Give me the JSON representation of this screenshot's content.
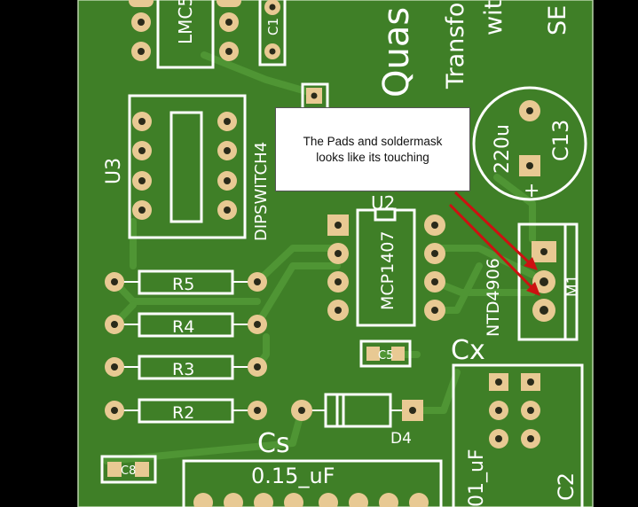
{
  "board": {
    "colors": {
      "substrate": "#000000",
      "copper": "#3f7f27",
      "trace": "#4f9534",
      "silk": "#ffffff",
      "pad": "#e8c993",
      "drill": "#2a2a1a",
      "arrow": "#cc1111"
    },
    "labels": {
      "lmc": "LMC5",
      "c1": "C1",
      "title_a": "Quas",
      "title_b": "Transfo",
      "title_c": "wit",
      "title_d": "SE",
      "u3": "U3",
      "dipswitch": "DIPSWITCH4",
      "u2": "U2",
      "mcp": "MCP1407",
      "c13": "C13",
      "c13_value": "220u",
      "c13_plus": "+",
      "ntd": "NTD4906",
      "m1": "M1",
      "r5": "R5",
      "r4": "R4",
      "r3": "R3",
      "r2": "R2",
      "c5": "C5",
      "cx": "Cx",
      "d4": "D4",
      "cs": "Cs",
      "cs_value": "0.15_uF",
      "c8": "C8",
      "c2": "C2",
      "cx_value": "01_uF"
    }
  },
  "callout": {
    "text": "The Pads and soldermask looks like its touching"
  }
}
